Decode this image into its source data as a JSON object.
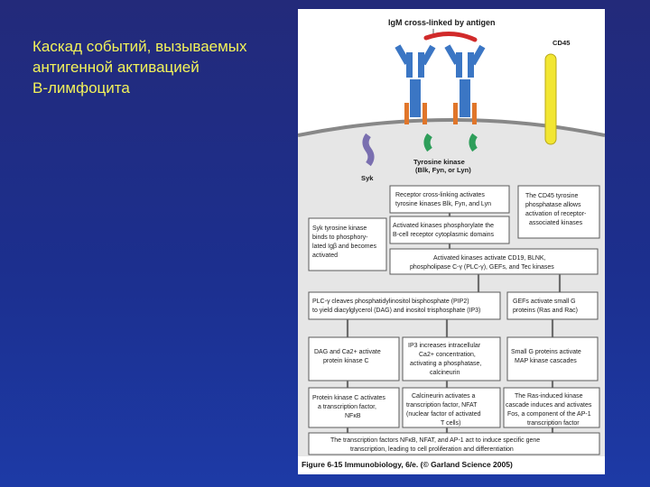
{
  "slide": {
    "title": "Каскад событий, вызываемых\nантигенной активацией\nВ-лимфоцита"
  },
  "figure": {
    "top_label": "IgM cross-linked by antigen",
    "cd45": "CD45",
    "syk": "Syk",
    "tyrosine_kinase": [
      "Tyrosine kinase",
      "(Blk, Fyn, or Lyn)"
    ],
    "boxes": {
      "receptor": [
        "Receptor cross-linking activates",
        "tyrosine kinases Blk, Fyn, and Lyn"
      ],
      "cd45_phosphatase": [
        "The CD45 tyrosine",
        "phosphatase allows",
        "activation of receptor-",
        "associated kinases"
      ],
      "activated_kinases": [
        "Activated kinases phosphorylate the",
        "B-cell receptor cytoplasmic domains"
      ],
      "syk_binds": [
        "Syk tyrosine kinase",
        "binds to phosphory-",
        "lated Igβ and becomes",
        "activated"
      ],
      "cd19": [
        "Activated kinases activate CD19, BLNK,",
        "phospholipase C-γ (PLC-γ), GEFs, and Tec kinases"
      ],
      "plc": [
        "PLC-γ cleaves phosphatidylinositol bisphosphate (PIP2)",
        "to yield diacylglycerol (DAG) and inositol trisphosphate (IP3)"
      ],
      "gefs": [
        "GEFs activate small G",
        "proteins (Ras and Rac)"
      ],
      "dag": [
        "DAG and Ca2+ activate",
        "protein kinase C"
      ],
      "ip3": [
        "IP3 increases intracellular",
        "Ca2+ concentration,",
        "activating a phosphatase,",
        "calcineurin"
      ],
      "small_g": [
        "Small G proteins activate",
        "MAP kinase cascades"
      ],
      "pkc": [
        "Protein kinase C activates",
        "a transcription factor,",
        "NFκB"
      ],
      "calcineurin": [
        "Calcineurin activates a",
        "transcription factor, NFAT",
        "(nuclear factor of activated",
        "T cells)"
      ],
      "ras": [
        "The Ras-induced kinase",
        "cascade induces and activates",
        "Fos, a component of the AP-1",
        "transcription factor"
      ],
      "final": [
        "The transcription factors NFκB, NFAT, and AP-1 act to induce specific gene",
        "transcription, leading to cell proliferation and differentiation"
      ]
    },
    "caption": "Figure 6-15  Immunobiology, 6/e. (© Garland Science 2005)"
  }
}
